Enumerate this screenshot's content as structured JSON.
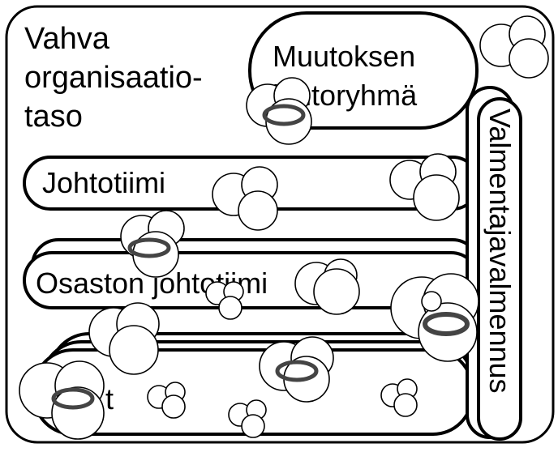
{
  "diagram": {
    "outer_label_lines": [
      "Vahva",
      "organisaatio-",
      "taso"
    ],
    "muutoksen_label_lines": [
      "Muutoksen",
      "johtoryhmä"
    ],
    "johtotiimi_label": "Johtotiimi",
    "osasto_label": "Osaston johtotiimi",
    "bottom_label": "t",
    "vertical_label": "Valmentajavalmennus"
  }
}
